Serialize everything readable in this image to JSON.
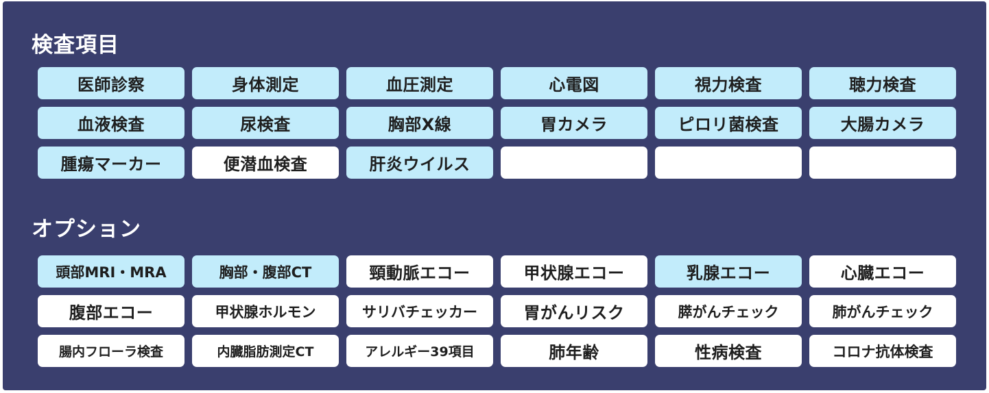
{
  "exam_section": {
    "title": "検査項目",
    "items": [
      {
        "label": "医師診察",
        "selected": true
      },
      {
        "label": "身体測定",
        "selected": true
      },
      {
        "label": "血圧測定",
        "selected": true
      },
      {
        "label": "心電図",
        "selected": true
      },
      {
        "label": "視力検査",
        "selected": true
      },
      {
        "label": "聴力検査",
        "selected": true
      },
      {
        "label": "血液検査",
        "selected": true
      },
      {
        "label": "尿検査",
        "selected": true
      },
      {
        "label": "胸部X線",
        "selected": true
      },
      {
        "label": "胃カメラ",
        "selected": true
      },
      {
        "label": "ピロリ菌検査",
        "selected": true
      },
      {
        "label": "大腸カメラ",
        "selected": true
      },
      {
        "label": "腫瘍マーカー",
        "selected": true
      },
      {
        "label": "便潜血検査",
        "selected": false
      },
      {
        "label": "肝炎ウイルス",
        "selected": true
      },
      {
        "label": "",
        "selected": false
      },
      {
        "label": "",
        "selected": false
      },
      {
        "label": "",
        "selected": false
      }
    ]
  },
  "option_section": {
    "title": "オプション",
    "items": [
      {
        "label": "頭部MRI・MRA",
        "selected": true
      },
      {
        "label": "胸部・腹部CT",
        "selected": true
      },
      {
        "label": "頸動脈エコー",
        "selected": false
      },
      {
        "label": "甲状腺エコー",
        "selected": false
      },
      {
        "label": "乳腺エコー",
        "selected": true
      },
      {
        "label": "心臓エコー",
        "selected": false
      },
      {
        "label": "腹部エコー",
        "selected": false
      },
      {
        "label": "甲状腺ホルモン",
        "selected": false
      },
      {
        "label": "サリバチェッカー",
        "selected": false
      },
      {
        "label": "胃がんリスク",
        "selected": false
      },
      {
        "label": "膵がんチェック",
        "selected": false
      },
      {
        "label": "肺がんチェック",
        "selected": false
      },
      {
        "label": "腸内フローラ検査",
        "selected": false
      },
      {
        "label": "内臓脂肪測定CT",
        "selected": false
      },
      {
        "label": "アレルギー39項目",
        "selected": false
      },
      {
        "label": "肺年齢",
        "selected": false
      },
      {
        "label": "性病検査",
        "selected": false
      },
      {
        "label": "コロナ抗体検査",
        "selected": false
      }
    ]
  },
  "colors": {
    "panel_background": "#3a3f6e",
    "selected_chip": "#c2ecfb",
    "unselected_chip": "#ffffff",
    "chip_text": "#1e1e1e",
    "title_text": "#ffffff"
  }
}
